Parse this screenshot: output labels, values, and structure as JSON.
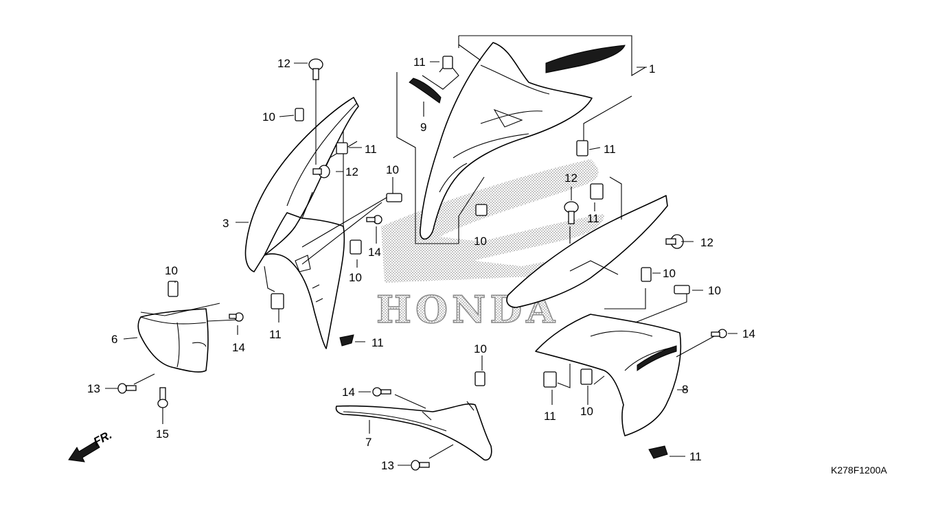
{
  "callouts": {
    "c1": "1",
    "c3": "3",
    "c6": "6",
    "c7": "7",
    "c8": "8",
    "c9": "9",
    "c10a": "10",
    "c10b": "10",
    "c10c": "10",
    "c10d": "10",
    "c10e": "10",
    "c10f": "10",
    "c10g": "10",
    "c10h": "10",
    "c10i": "10",
    "c11a": "11",
    "c11b": "11",
    "c11c": "11",
    "c11d": "11",
    "c11e": "11",
    "c11f": "11",
    "c11g": "11",
    "c11h": "11",
    "c12a": "12",
    "c12b": "12",
    "c12c": "12",
    "c12d": "12",
    "c13a": "13",
    "c13b": "13",
    "c14a": "14",
    "c14b": "14",
    "c14c": "14",
    "c14d": "14",
    "c15": "15"
  },
  "direction_label": "FR.",
  "watermark": "HONDA",
  "diagram_code": "K278F1200A",
  "colors": {
    "line": "#000000",
    "watermark": "#8a8a8a",
    "background": "#ffffff"
  },
  "icons": {
    "direction": "front-arrow-icon",
    "logo": "honda-wing-logo"
  }
}
